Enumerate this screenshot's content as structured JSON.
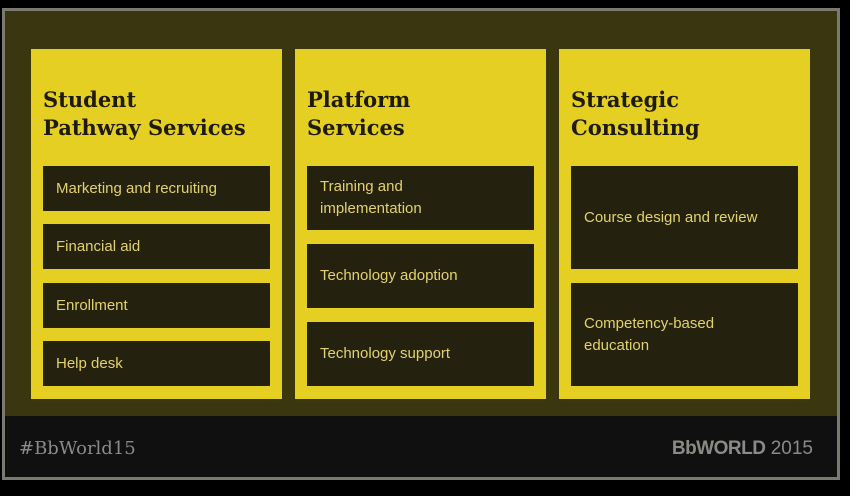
{
  "columns": [
    {
      "title": "Student\nPathway Services",
      "items": [
        "Marketing and recruiting",
        "Financial aid",
        "Enrollment",
        "Help desk"
      ]
    },
    {
      "title": "Platform\nServices",
      "items": [
        "Training and implementation",
        "Technology adoption",
        "Technology support"
      ]
    },
    {
      "title": "Strategic\nConsulting",
      "items": [
        "Course design and review",
        "Competency-based education"
      ]
    }
  ],
  "footer": {
    "hashtag": "#BbWorld15",
    "logo_brand": "BbWORLD",
    "logo_year": "2015"
  }
}
